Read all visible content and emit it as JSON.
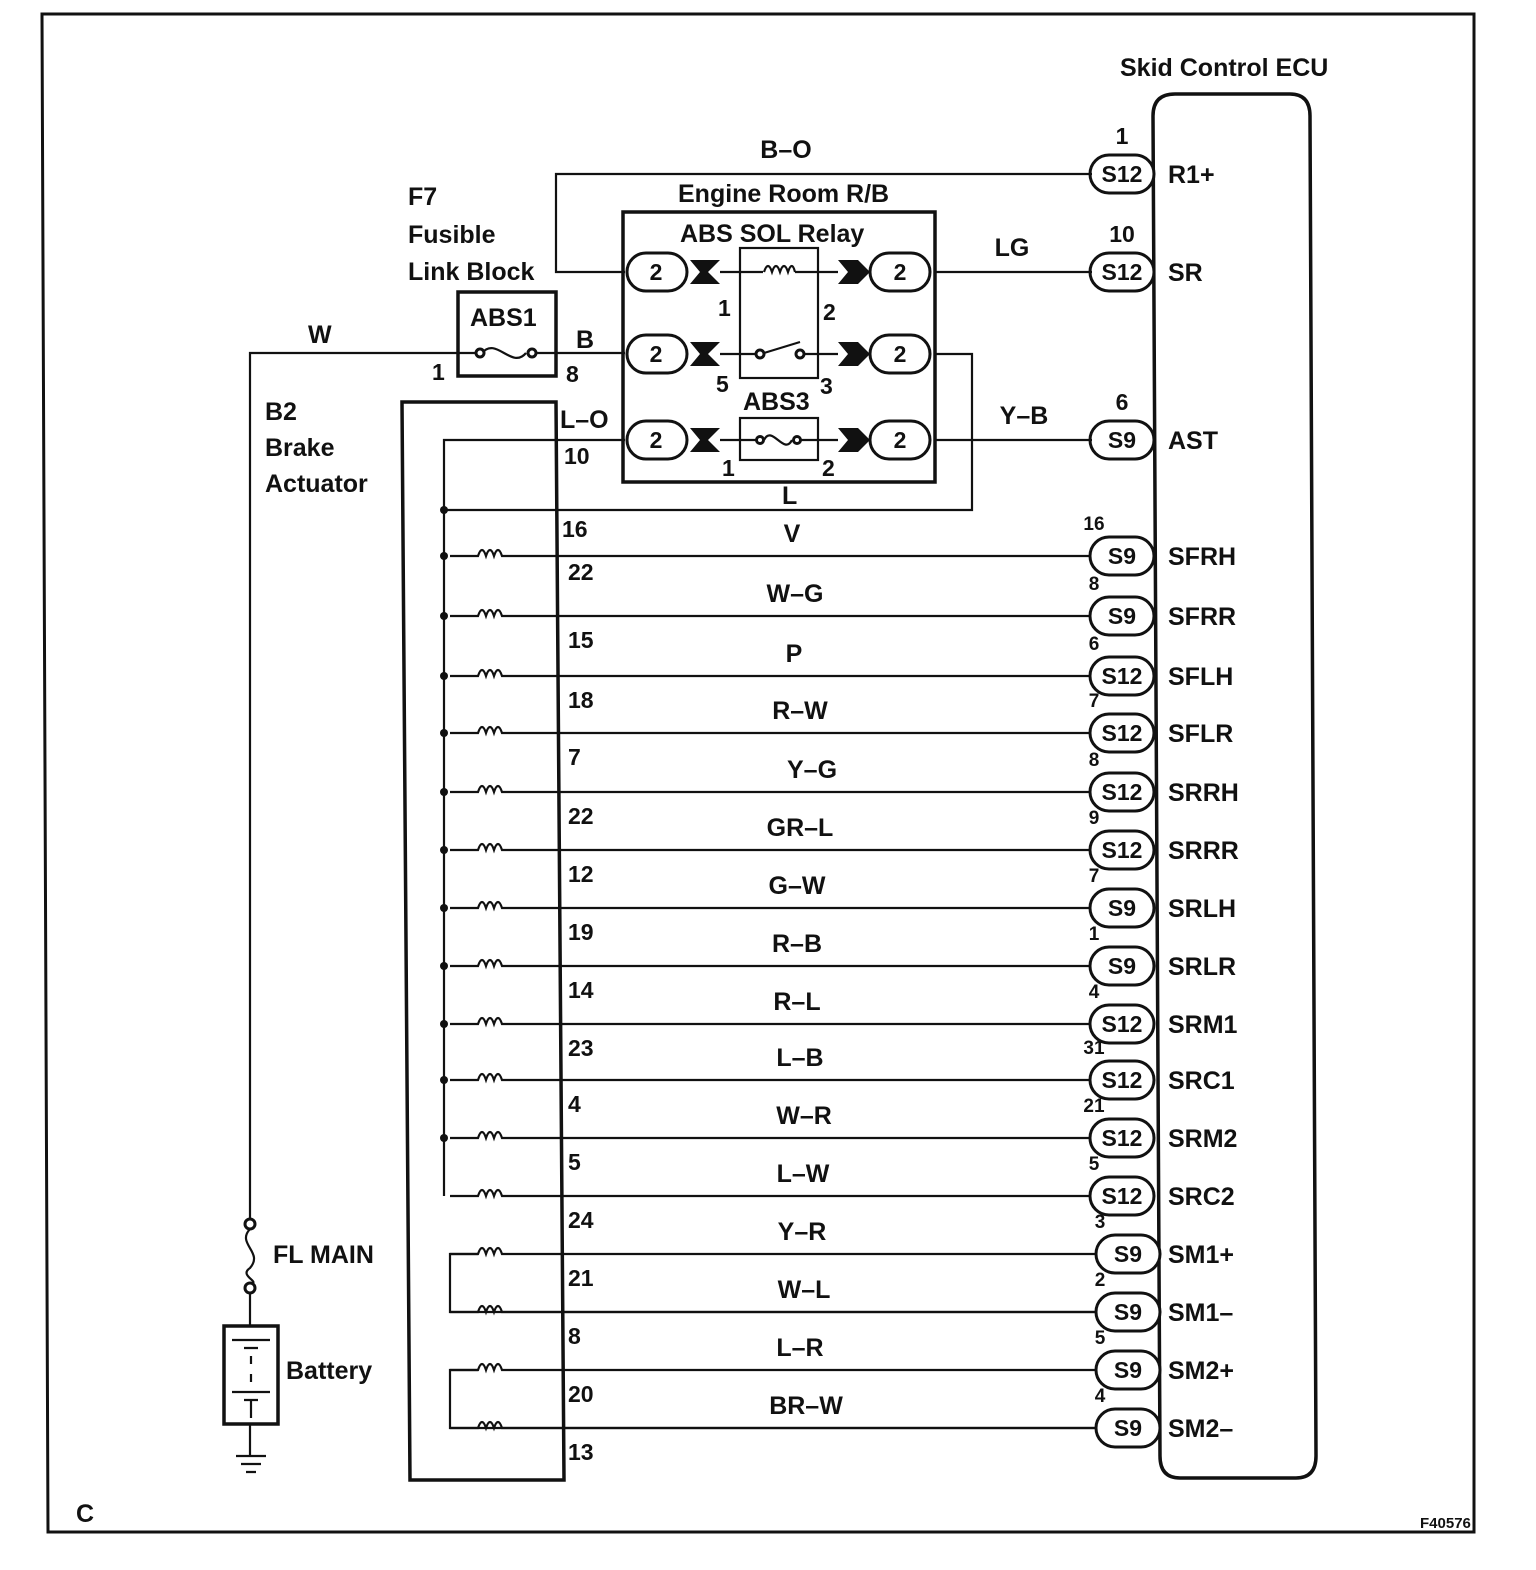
{
  "corner_left": "C",
  "figure_code": "F40576",
  "ecu": {
    "title": "Skid Control ECU",
    "rows": [
      {
        "terminal": "R1+",
        "connector": "S12",
        "pin": "1",
        "wire": "B–O"
      },
      {
        "terminal": "SR",
        "connector": "S12",
        "pin": "10",
        "wire": "LG"
      },
      {
        "terminal": "AST",
        "connector": "S9",
        "pin": "6",
        "wire": "Y–B"
      },
      {
        "terminal": "SFRH",
        "connector": "S9",
        "pin": "16",
        "wire": "V",
        "act_pin": "22"
      },
      {
        "terminal": "SFRR",
        "connector": "S9",
        "pin": "8",
        "wire": "W–G",
        "act_pin": "15"
      },
      {
        "terminal": "SFLH",
        "connector": "S12",
        "pin": "6",
        "wire": "P",
        "act_pin": "18"
      },
      {
        "terminal": "SFLR",
        "connector": "S12",
        "pin": "7",
        "wire": "R–W",
        "act_pin": "7"
      },
      {
        "terminal": "SRRH",
        "connector": "S12",
        "pin": "8",
        "wire": "Y–G",
        "act_pin": "22"
      },
      {
        "terminal": "SRRR",
        "connector": "S12",
        "pin": "9",
        "wire": "GR–L",
        "act_pin": "12"
      },
      {
        "terminal": "SRLH",
        "connector": "S9",
        "pin": "7",
        "wire": "G–W",
        "act_pin": "19"
      },
      {
        "terminal": "SRLR",
        "connector": "S9",
        "pin": "1",
        "wire": "R–B",
        "act_pin": "14"
      },
      {
        "terminal": "SRM1",
        "connector": "S12",
        "pin": "4",
        "wire": "R–L",
        "act_pin": "23"
      },
      {
        "terminal": "SRC1",
        "connector": "S12",
        "pin": "31",
        "wire": "L–B",
        "act_pin": "4"
      },
      {
        "terminal": "SRM2",
        "connector": "S12",
        "pin": "21",
        "wire": "W–R",
        "act_pin": "5"
      },
      {
        "terminal": "SRC2",
        "connector": "S12",
        "pin": "5",
        "wire": "L–W",
        "act_pin": "24"
      },
      {
        "terminal": "SM1+",
        "connector": "S9",
        "pin": "3",
        "wire": "Y–R",
        "act_pin": "21"
      },
      {
        "terminal": "SM1–",
        "connector": "S9",
        "pin": "2",
        "wire": "W–L",
        "act_pin": "8"
      },
      {
        "terminal": "SM2+",
        "connector": "S9",
        "pin": "5",
        "wire": "L–R",
        "act_pin": "20"
      },
      {
        "terminal": "SM2–",
        "connector": "S9",
        "pin": "4",
        "wire": "BR–W",
        "act_pin": "13"
      }
    ]
  },
  "relay_box": {
    "title": "Engine Room R/B",
    "relay_title": "ABS SOL Relay",
    "fuse_title": "ABS3",
    "connector_label": "2",
    "relay_pins": [
      "1",
      "2",
      "5",
      "3"
    ],
    "fuse_pins": [
      "1",
      "2"
    ]
  },
  "fusible_link": {
    "lines": [
      "F7",
      "Fusible",
      "Link Block"
    ],
    "fuse_title": "ABS1",
    "pin_in": "1",
    "pin_out": "8",
    "wire_in": "W",
    "wire_out": "B"
  },
  "actuator": {
    "lines": [
      "B2",
      "Brake",
      "Actuator"
    ],
    "wire_top": "L–O",
    "pin_top": "10",
    "pin_common": "16",
    "wire_common": "L"
  },
  "power": {
    "fuse_label": "FL MAIN",
    "battery_label": "Battery"
  }
}
